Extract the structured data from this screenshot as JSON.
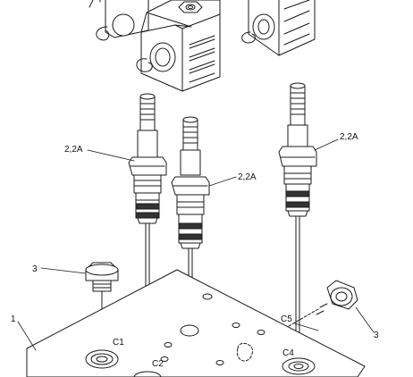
{
  "callouts": {
    "part_1": "1",
    "part_3_left": "3",
    "part_3_right": "3",
    "cartridge_left": "2,2A",
    "cartridge_middle": "2,2A",
    "cartridge_right": "2,2A"
  },
  "ports": {
    "c1": "C1",
    "c2": "C2",
    "c4": "C4",
    "c5": "C5"
  },
  "colors": {
    "line": "#1a1a1a",
    "fill": "#ffffff",
    "shade": "#d9d9d9"
  }
}
